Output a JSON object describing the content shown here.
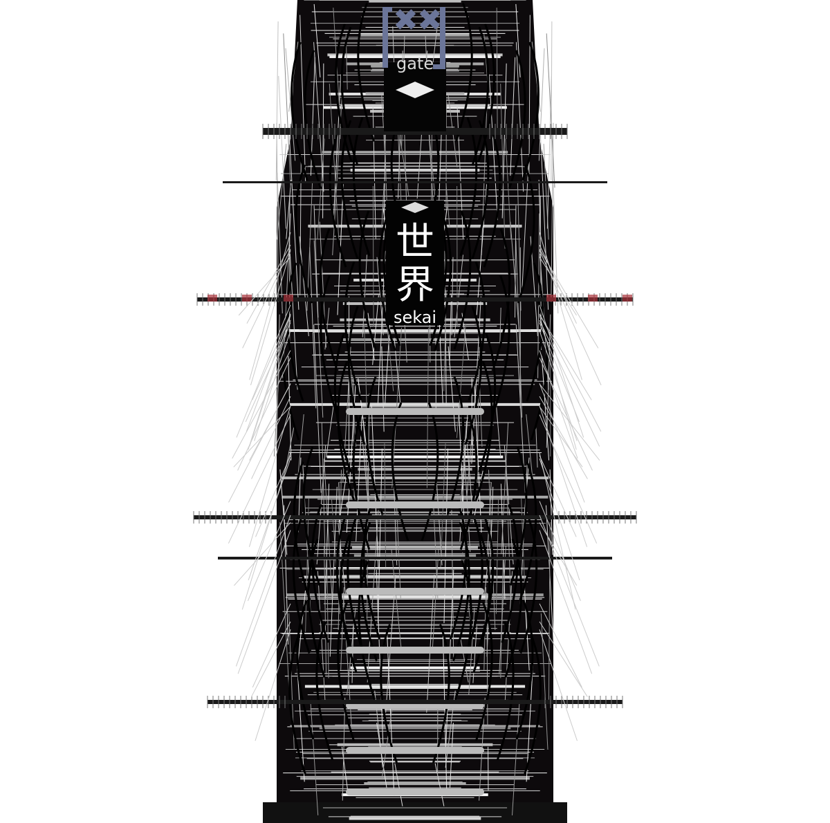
{
  "cover": {
    "label_logo": "gate",
    "title_kanji": "世界",
    "title_romaji": "sekai"
  },
  "colors": {
    "background": "#ffffff",
    "structure": "#0d0a0c",
    "logo": "#6b7599",
    "accent_red": "#a8323a"
  }
}
